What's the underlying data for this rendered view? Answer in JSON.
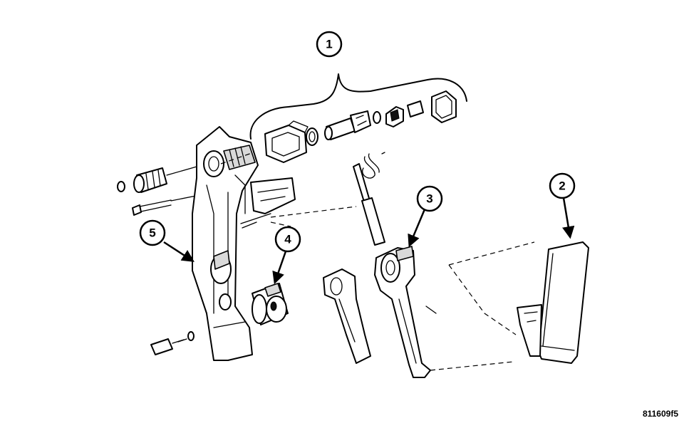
{
  "callouts": [
    {
      "label": "1"
    },
    {
      "label": "2"
    },
    {
      "label": "3"
    },
    {
      "label": "4"
    },
    {
      "label": "5"
    }
  ],
  "figure_code": "811609f5"
}
